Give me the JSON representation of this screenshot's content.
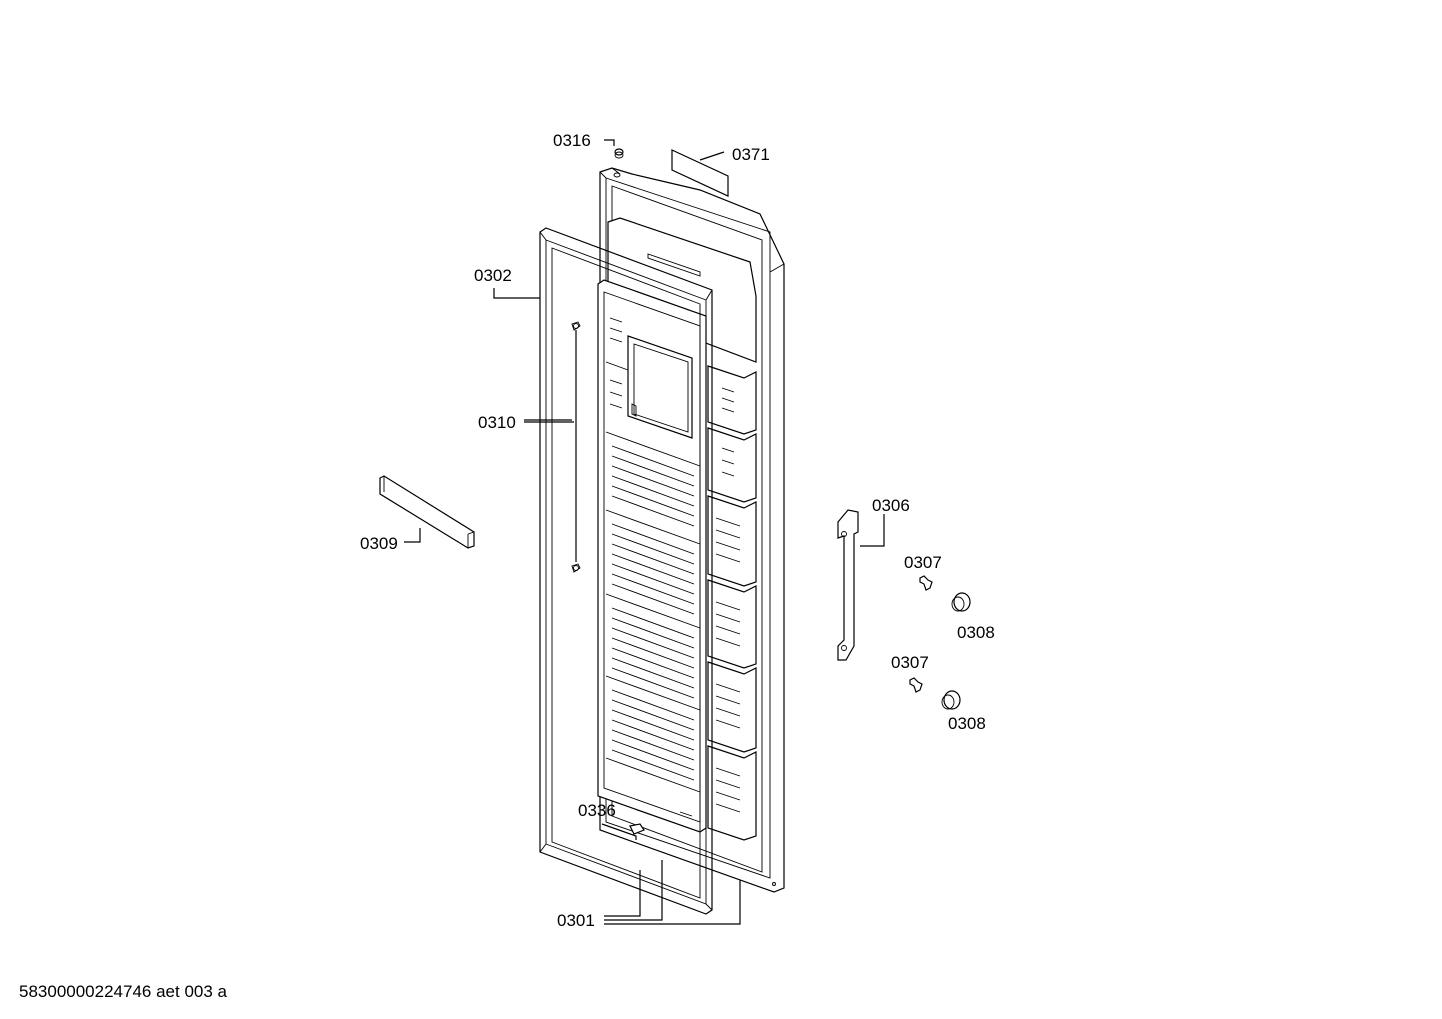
{
  "labels": {
    "p0316": "0316",
    "p0371": "0371",
    "p0302": "0302",
    "p0310": "0310",
    "p0309": "0309",
    "p0306": "0306",
    "p0307a": "0307",
    "p0308a": "0308",
    "p0307b": "0307",
    "p0308b": "0308",
    "p0336": "0336",
    "p0301": "0301"
  },
  "footer": {
    "code": "58300000224746 aet 003 a"
  }
}
